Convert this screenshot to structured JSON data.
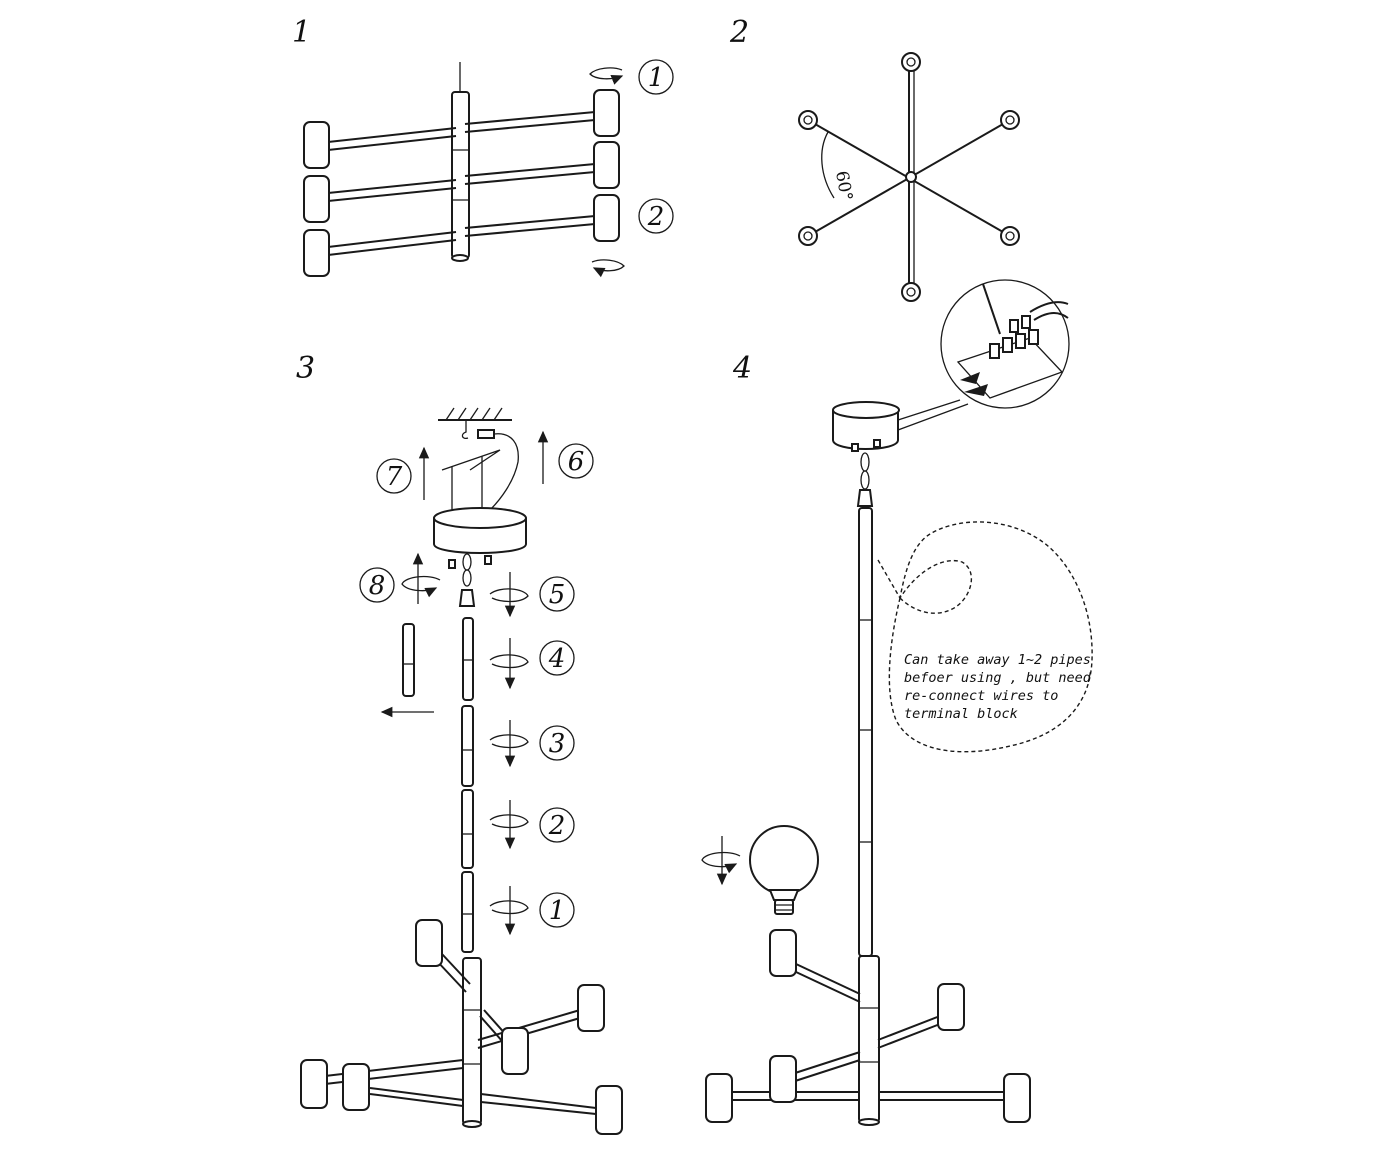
{
  "steps": {
    "s1": "1",
    "s2": "2",
    "s3": "3",
    "s4": "4"
  },
  "step1_callouts": [
    "1",
    "2"
  ],
  "step2_angle": "60°",
  "step3_callouts": [
    "7",
    "6",
    "8",
    "5",
    "4",
    "3",
    "2",
    "1"
  ],
  "step4_note": {
    "line1": "Can take away 1~2 pipes",
    "line2": "befoer using , but need",
    "line3": "re-connect wires to",
    "line4": "terminal block"
  }
}
